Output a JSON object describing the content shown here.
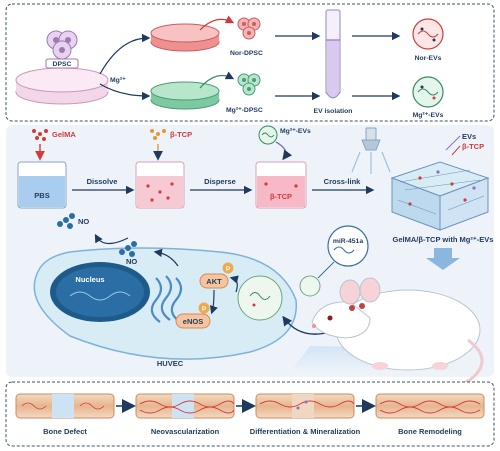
{
  "top_panel": {
    "dpsc": "DPSC",
    "mg": "Mg²⁺",
    "nor_dpsc": "Nor-DPSC",
    "mg_dpsc": "Mg²⁺-DPSC",
    "ev_isolation": "EV isolation",
    "nor_evs": "Nor-EVs",
    "mg_evs": "Mg²⁺-EVs"
  },
  "mid_panel": {
    "gelma": "GelMA",
    "pbs": "PBS",
    "dissolve": "Dissolve",
    "btcp": "β-TCP",
    "disperse": "Disperse",
    "mg_evs": "Mg²⁺-EVs",
    "btcp2": "β-TCP",
    "crosslink": "Cross-link",
    "legend_evs": "EVs",
    "legend_btcp": "β-TCP",
    "scaffold": "GelMA/β-TCP with Mg²⁺-EVs"
  },
  "cell_panel": {
    "no1": "NO",
    "no2": "NO",
    "nucleus": "Nucleus",
    "akt": "AKT",
    "p1": "P",
    "enos": "eNOS",
    "p2": "P",
    "huvec": "HUVEC",
    "mirna": "miR-451a"
  },
  "bottom_panel": {
    "steps": [
      "Bone Defect",
      "Neovascularization",
      "Differentiation & Mineralization",
      "Bone Remodeling"
    ]
  },
  "colors": {
    "navy": "#1f3a5c",
    "red": "#d23b3b",
    "panel_bg": "#eef3f9",
    "cell_fill": "#d8ecf6"
  }
}
